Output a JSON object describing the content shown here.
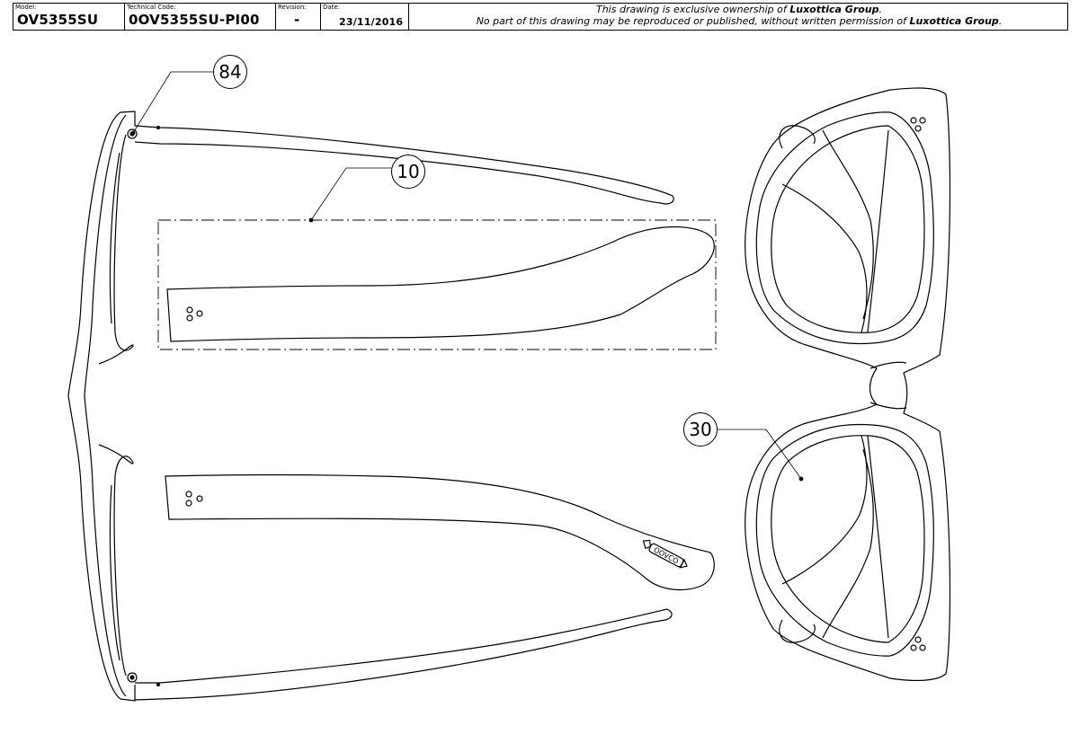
{
  "title_block": {
    "model_label": "Model:",
    "model_value": "OV5355SU",
    "code_label": "Technical Code:",
    "code_value": "0OV5355SU-PI00",
    "revision_label": "Revision:",
    "revision_value": "-",
    "date_label": "Date:",
    "date_value": "23/11/2016",
    "notice_line1_a": "This drawing is exclusive ownership of ",
    "notice_line1_b": "Luxottica Group",
    "notice_line1_c": ".",
    "notice_line2_a": "No part of this drawing may be reproduced or published, without written permission of ",
    "notice_line2_b": "Luxottica Group",
    "notice_line2_c": "."
  },
  "callouts": {
    "hinge_screw": "84",
    "temple": "10",
    "lens": "30"
  },
  "temple_logo_text": "OOVCO"
}
